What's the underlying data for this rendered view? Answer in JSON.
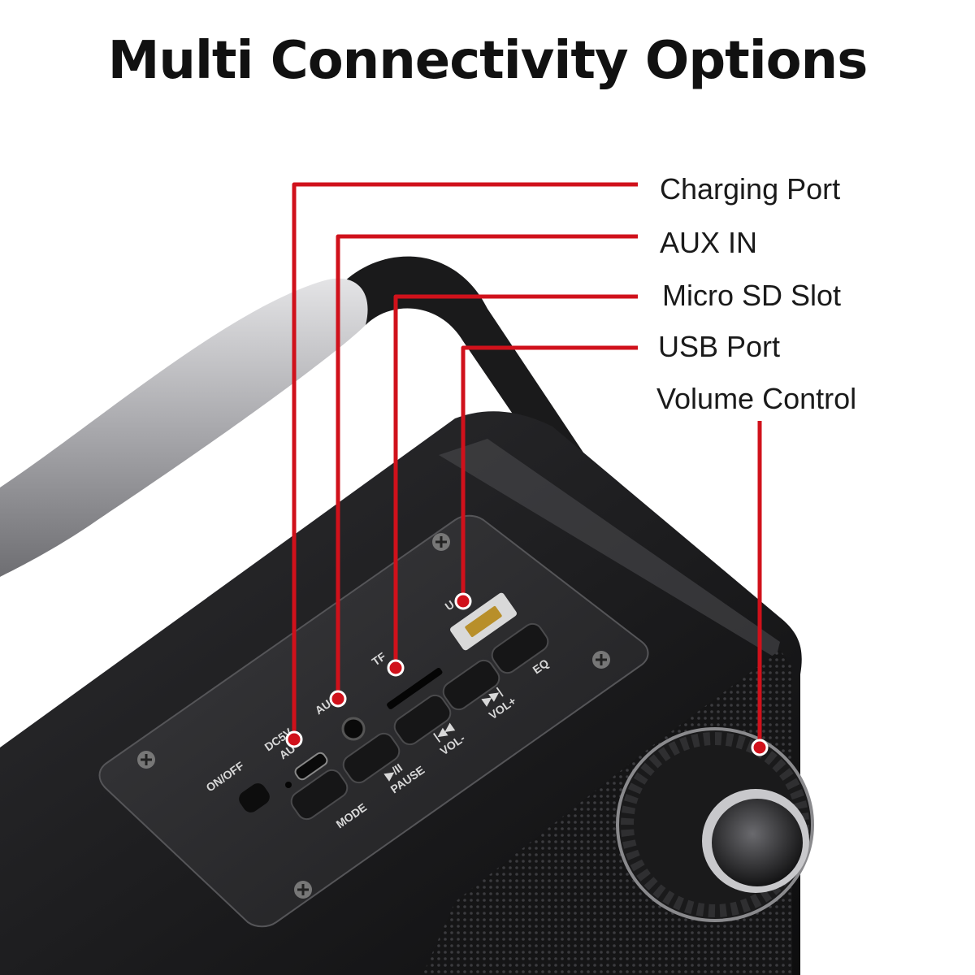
{
  "title": "Multi Connectivity Options",
  "callouts": [
    {
      "id": "charging",
      "label": "Charging Port"
    },
    {
      "id": "aux",
      "label": "AUX IN"
    },
    {
      "id": "sd",
      "label": "Micro SD Slot"
    },
    {
      "id": "usb",
      "label": "USB Port"
    },
    {
      "id": "volume",
      "label": "Volume Control"
    }
  ],
  "panel_labels": {
    "on_off": "ON/OFF",
    "dc": "DC5V",
    "dc_sub": "AU",
    "aux": "AU",
    "tf": "TF",
    "usb": "U",
    "mode": "MODE",
    "play": "▶/II",
    "pause": "PAUSE",
    "prev": "|◀◀",
    "vol_minus": "VOL-",
    "next": "▶▶|",
    "vol_plus": "VOL+",
    "eq": "EQ"
  },
  "colors": {
    "accent": "#d0111b",
    "speaker_body": "#1c1c1e",
    "panel": "#2a2a2c",
    "handle": "#b8b8bb"
  }
}
